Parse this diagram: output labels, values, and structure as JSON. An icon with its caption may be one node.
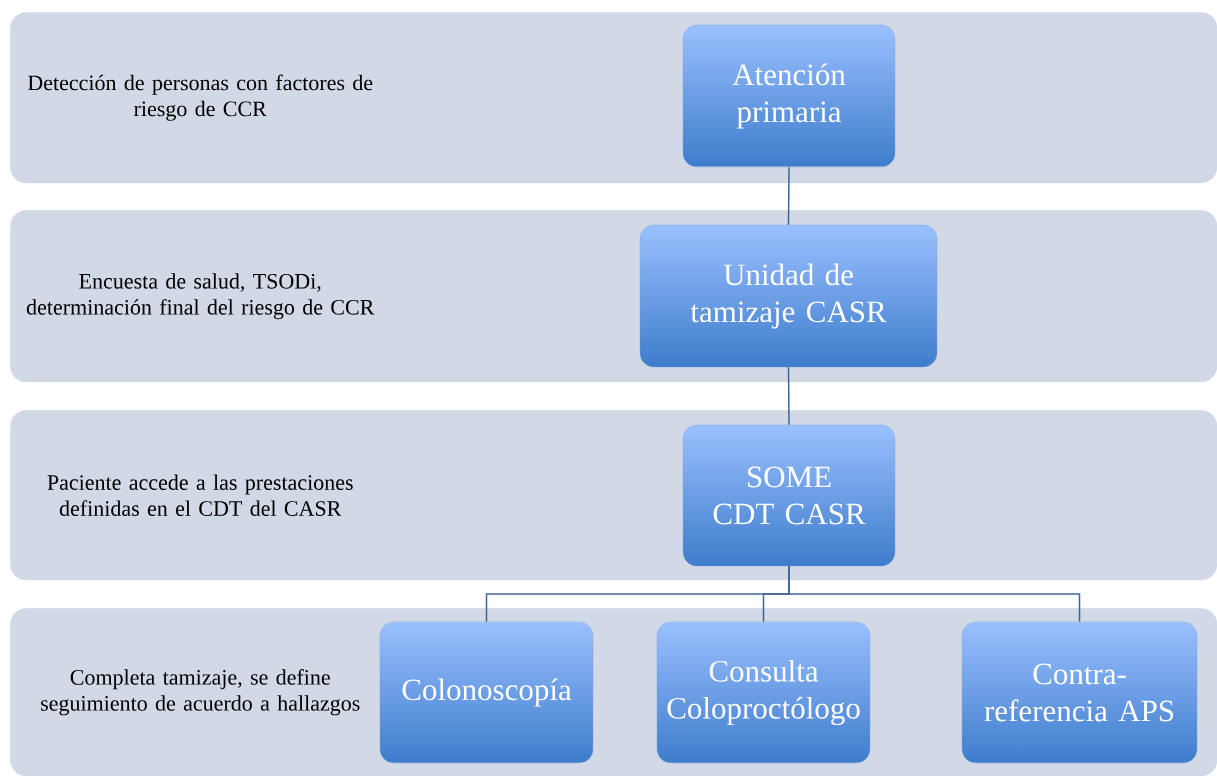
{
  "diagram": {
    "nodes": [
      {
        "text": [
          "Detección de personas con factores de riesgo de CCR"
        ]
      },
      {
        "text": [
          "Atención primaria"
        ],
        "in": 0
      },
      {
        "text": [
          "Encuesta de salud, TSODi, determinación final del riesgo de CCR"
        ]
      },
      {
        "text": [
          "Unidad de tamizaje CASR"
        ],
        "in": 2
      },
      {
        "text": [
          "Paciente accede a las prestaciones definidas en el CDT del CASR"
        ]
      },
      {
        "text": [
          "SOME CDT CASR"
        ],
        "in": 4
      },
      {
        "text": [
          "Completa tamizaje, se define seguimiento de acuerdo a hallazgos"
        ]
      },
      {
        "text": [
          "Colonoscopía"
        ],
        "in": 6
      },
      {
        "text": [
          "Consulta Coloproctólogo"
        ],
        "in": 6
      },
      {
        "text": [
          "Contra-referencia APS"
        ],
        "in": 6
      }
    ],
    "edges": [
      {
        "from": 1,
        "to": 3,
        "arrow": "none"
      },
      {
        "from": 3,
        "to": 5,
        "arrow": "none"
      },
      {
        "from": 5,
        "to": 7,
        "arrow": "none"
      },
      {
        "from": 5,
        "to": 8,
        "arrow": "none"
      },
      {
        "from": 5,
        "to": 9,
        "arrow": "none"
      }
    ]
  }
}
